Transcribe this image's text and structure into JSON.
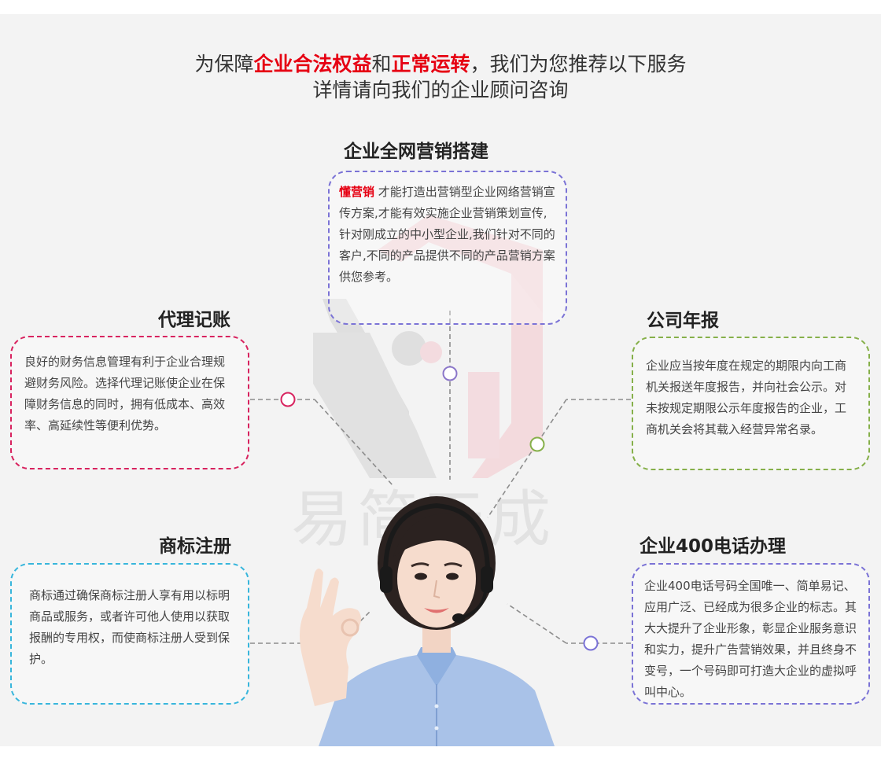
{
  "headline": {
    "line1_prefix": "为保障",
    "line1_red1": "企业合法权益",
    "line1_mid": "和",
    "line1_red2": "正常运转",
    "line1_suffix": "，我们为您推荐以下服务",
    "line2": "详情请向我们的企业顾问咨询"
  },
  "watermark": {
    "text": "易简天成"
  },
  "services": {
    "marketing": {
      "title": "企业全网营销搭建",
      "lead": "懂营销",
      "body": " 才能打造出营销型企业网络营销宣传方案,才能有效实施企业营销策划宣传,针对刚成立的中小型企业,我们针对不同的客户,不同的产品提供不同的产品营销方案供您参考。"
    },
    "bookkeeping": {
      "title": "代理记账",
      "body": "良好的财务信息管理有利于企业合理规避财务风险。选择代理记账使企业在保障财务信息的同时，拥有低成本、高效率、高延续性等便利优势。"
    },
    "annual_report": {
      "title": "公司年报",
      "body": "企业应当按年度在规定的期限内向工商机关报送年度报告，并向社会公示。对未按规定期限公示年度报告的企业，工商机关会将其载入经营异常名录。"
    },
    "trademark": {
      "title": "商标注册",
      "body": "商标通过确保商标注册人享有用以标明商品或服务，或者许可他人使用以获取报酬的专用权，而使商标注册人受到保护。"
    },
    "phone400": {
      "title": "企业400电话办理",
      "body": "企业400电话号码全国唯一、简单易记、应用广泛、已经成为很多企业的标志。其大大提升了企业形象，彰显企业服务意识和实力，提升广告营销效果，并且终身不变号，一个号码即可打造大企业的虚拟呼叫中心。"
    }
  },
  "colors": {
    "accent_red": "#e60012",
    "marketing_border": "#7b73d6",
    "bookkeeping_border": "#d8235f",
    "annual_border": "#86b04a",
    "trademark_border": "#38b6dc",
    "phone400_border": "#7b73d6",
    "background": "#f3f3f3"
  },
  "icons": [
    "connector-node-icon",
    "agent-headset-illustration",
    "watermark-logo"
  ]
}
